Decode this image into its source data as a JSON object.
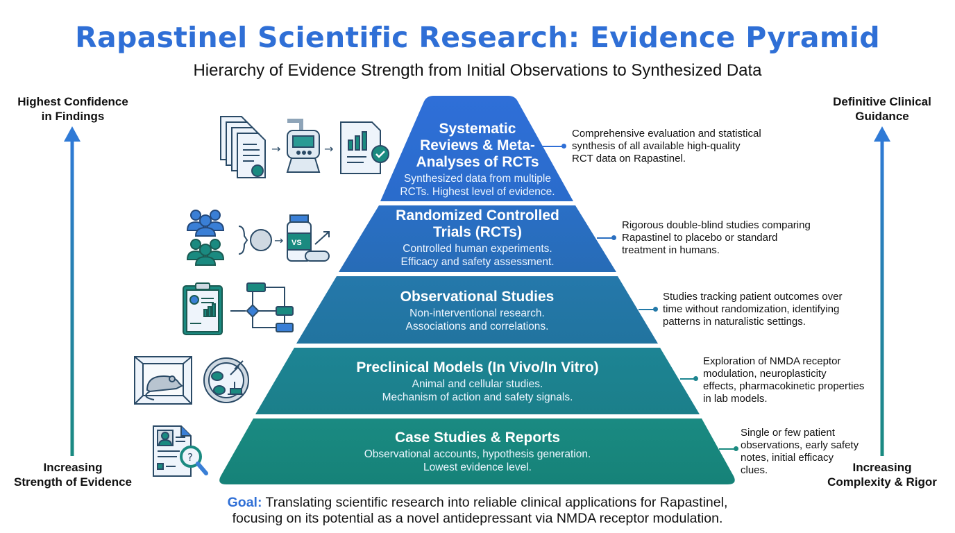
{
  "header": {
    "title": "Rapastinel Scientific Research: Evidence Pyramid",
    "subtitle": "Hierarchy of Evidence Strength from Initial Observations to Synthesized Data"
  },
  "left_axis": {
    "top_label": "Highest Confidence in Findings",
    "top_label_lines": [
      "Highest Confidence",
      "in Findings"
    ],
    "bottom_label_lines": [
      "Increasing",
      "Strength of Evidence"
    ]
  },
  "right_axis": {
    "top_label_lines": [
      "Definitive Clinical",
      "Guidance"
    ],
    "bottom_label_lines": [
      "Increasing",
      "Complexity & Rigor"
    ]
  },
  "colors": {
    "title": "#2f6fd6",
    "tier_1": "#2a6fd2",
    "tier_2": "#2a70c0",
    "tier_3": "#2379a8",
    "tier_4": "#1d8590",
    "tier_5": "#1a8a80",
    "arrow_top": "#2f7ad6",
    "arrow_bottom": "#1a8a80"
  },
  "tiers": [
    {
      "title_lines": [
        "Systematic",
        "Reviews & Meta-",
        "Analyses of RCTs"
      ],
      "sub_lines": [
        "Synthesized data from multiple",
        "RCTs. Highest level of evidence."
      ],
      "description_lines": [
        "Comprehensive evaluation and statistical",
        "synthesis of all available high-quality",
        "RCT data on Rapastinel."
      ],
      "icon": "documents-to-analysis-to-report-icon"
    },
    {
      "title_lines": [
        "Randomized Controlled",
        "Trials (RCTs)"
      ],
      "sub_lines": [
        "Controlled human experiments.",
        "Efficacy and safety assessment."
      ],
      "description_lines": [
        "Rigorous double-blind studies comparing",
        "Rapastinel to placebo or standard",
        "treatment in humans."
      ],
      "icon": "patient-groups-vs-medication-icon",
      "icon_text": "VS"
    },
    {
      "title_lines": [
        "Observational Studies"
      ],
      "sub_lines": [
        "Non-interventional research.",
        "Associations and correlations."
      ],
      "description_lines": [
        "Studies tracking patient outcomes over",
        "time without randomization, identifying",
        "patterns in naturalistic settings."
      ],
      "icon": "clipboard-flowchart-icon"
    },
    {
      "title_lines": [
        "Preclinical Models (In Vivo/In Vitro)"
      ],
      "sub_lines": [
        "Animal and cellular studies.",
        "Mechanism of action and safety signals."
      ],
      "description_lines": [
        "Exploration of NMDA receptor",
        "modulation, neuroplasticity",
        "effects, pharmacokinetic properties",
        "in lab models."
      ],
      "icon": "mouse-and-microscope-icon"
    },
    {
      "title_lines": [
        "Case Studies & Reports"
      ],
      "sub_lines": [
        "Observational accounts, hypothesis generation.",
        "Lowest evidence level."
      ],
      "description_lines": [
        "Single or few patient",
        "observations, early safety",
        "notes, initial efficacy",
        "clues."
      ],
      "icon": "case-report-magnifier-icon"
    }
  ],
  "goal": {
    "label": "Goal:",
    "text_line1": " Translating scientific research into reliable clinical applications for Rapastinel,",
    "text_line2": "focusing on its potential as a novel antidepressant via NMDA receptor modulation."
  }
}
